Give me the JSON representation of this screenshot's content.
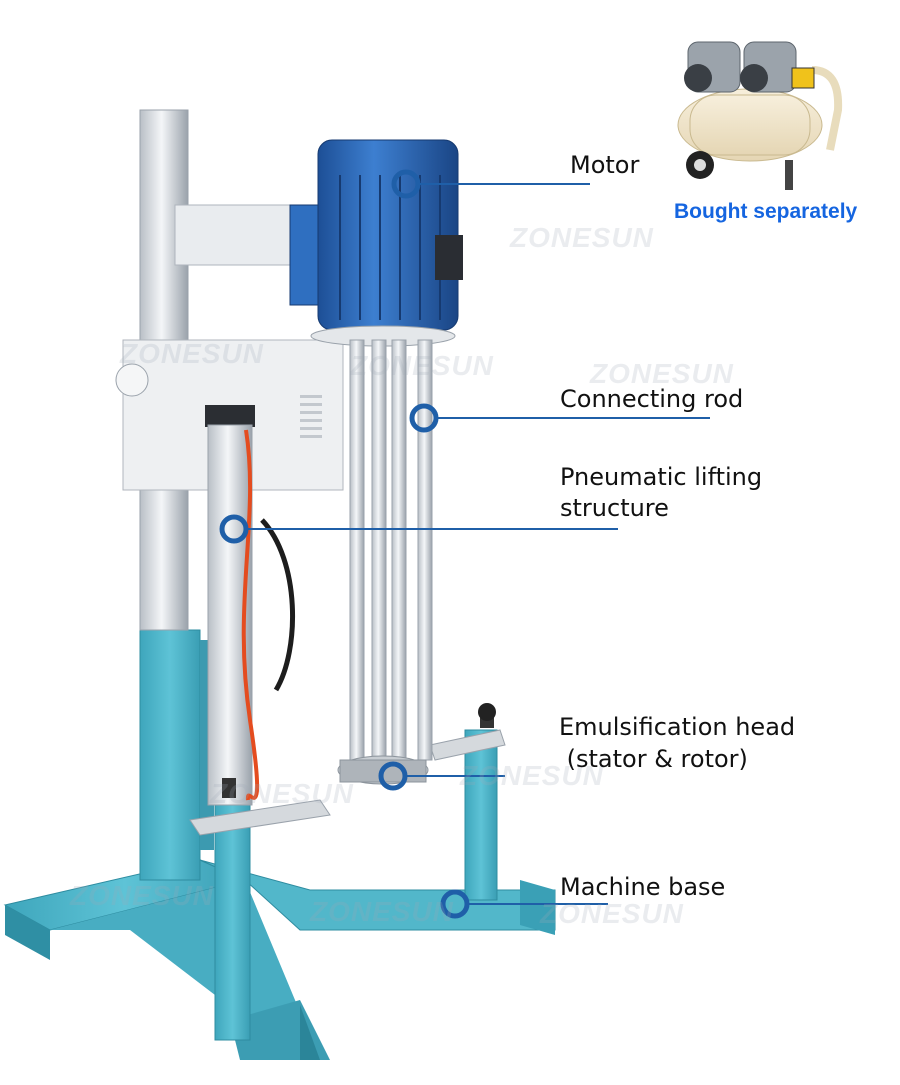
{
  "callouts": {
    "motor": "Motor",
    "connecting_rod": "Connecting rod",
    "pneumatic_line1": "Pneumatic lifting",
    "pneumatic_line2": "structure",
    "emulsification_line1": "Emulsification head",
    "emulsification_line2": " (stator & rotor)",
    "machine_base": "Machine base"
  },
  "compressor_note": "Bought separately",
  "watermark": "ZONESUN",
  "colors": {
    "base": "#4fb3c8",
    "motor": "#2f6fc0",
    "callout_ring": "#1f5fa8",
    "note": "#1565e0"
  }
}
